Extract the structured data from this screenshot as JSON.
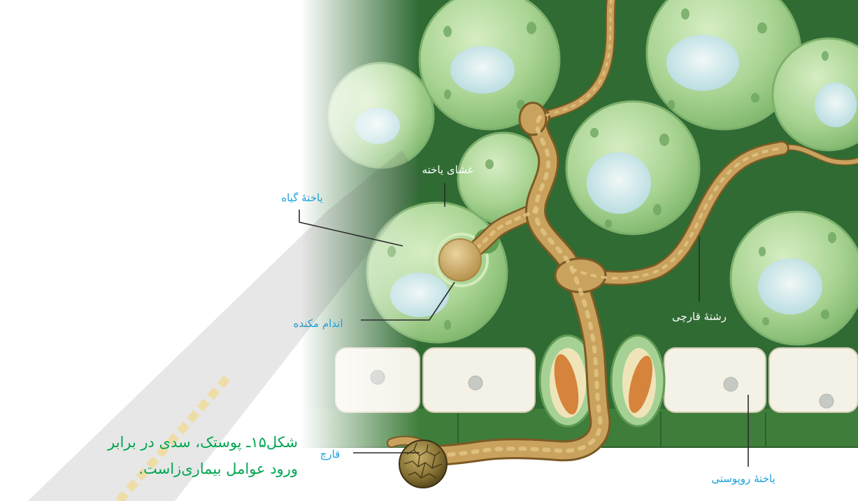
{
  "figure": {
    "labels": {
      "cell_membrane": "غشای یاخته",
      "plant_cell": "یاختهٔ گیاه",
      "haustorium": "اندام مکنده",
      "fungal_hypha": "رشتهٔ قارچی",
      "epidermal_cell": "یاختهٔ روپوستی",
      "fungus": "قارچ"
    },
    "caption": {
      "line1": "شکل۱۵ـ پوستک، سدی در برابر",
      "line2": "ورود عوامل بیماری‌زاست."
    }
  },
  "colors": {
    "label_blue": "#1ba1dc",
    "label_white": "#ffffff",
    "caption_green": "#00a651",
    "tissue_background": "#2f6b33",
    "plant_cell": "#a9d493",
    "hypha": "#c9a35e"
  }
}
